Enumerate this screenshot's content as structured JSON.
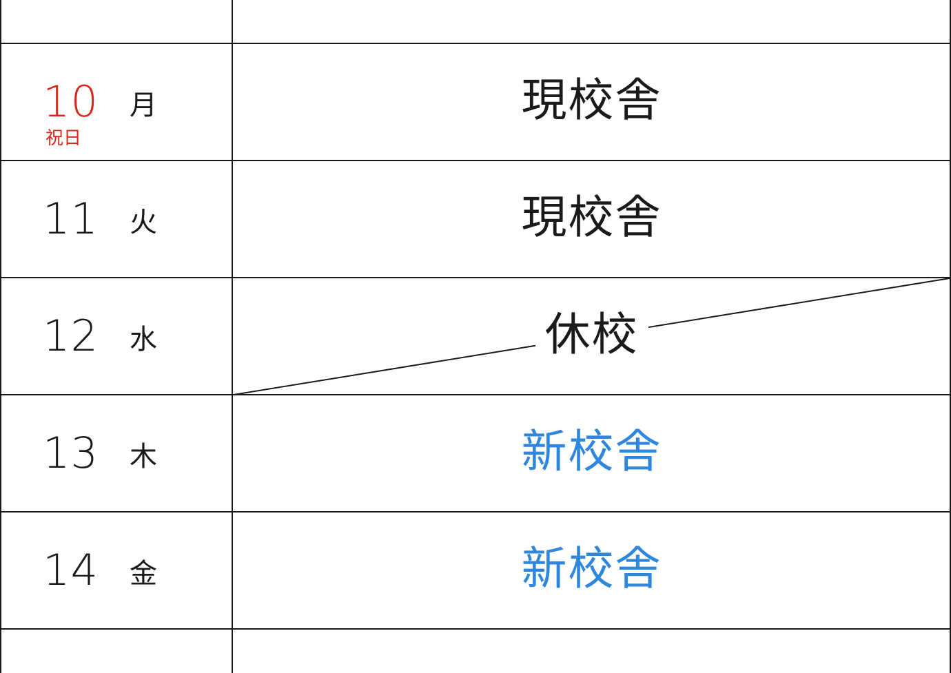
{
  "colors": {
    "line": "#1a1a1a",
    "holiday_red": "#d9291c",
    "new_building_blue": "#2f86dd"
  },
  "rows": [
    {
      "day": "10",
      "weekday": "月",
      "holiday": "祝日",
      "location": "現校舎",
      "location_style": "holiday"
    },
    {
      "day": "11",
      "weekday": "火",
      "holiday": "",
      "location": "現校舎",
      "location_style": "current"
    },
    {
      "day": "12",
      "weekday": "水",
      "holiday": "",
      "location": "休校",
      "location_style": "closed"
    },
    {
      "day": "13",
      "weekday": "木",
      "holiday": "",
      "location": "新校舎",
      "location_style": "new"
    },
    {
      "day": "14",
      "weekday": "金",
      "holiday": "",
      "location": "新校舎",
      "location_style": "new"
    }
  ]
}
